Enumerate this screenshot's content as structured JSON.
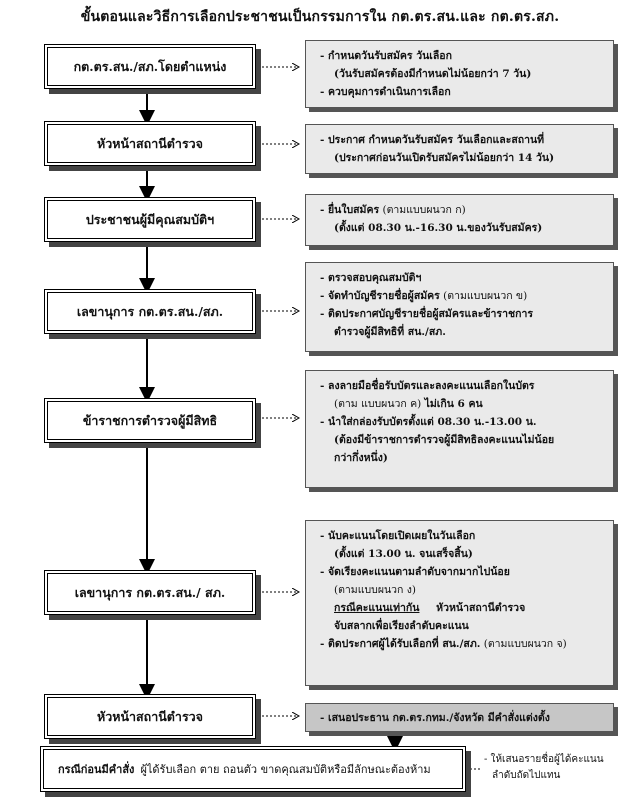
{
  "title": "ขั้นตอนและวิธีการเลือกประชาชนเป็นกรรมการใน กต.ตร.สน.และ กต.ตร.สภ.",
  "steps": [
    {
      "label": "กต.ตร.สน./สภ.โดยตำแหน่ง",
      "notes": [
        "-  กำหนดวันรับสมัคร วันเลือก",
        "(วันรับสมัครต้องมีกำหนดไม่น้อยกว่า 7 วัน)",
        "-  ควบคุมการดำเนินการเลือก"
      ]
    },
    {
      "label": "หัวหน้าสถานีตำรวจ",
      "notes": [
        "-  ประกาศ กำหนดวันรับสมัคร วันเลือกและสถานที่",
        "(ประกาศก่อนวันเปิดรับสมัครไม่น้อยกว่า 14 วัน)"
      ]
    },
    {
      "label": "ประชาชนผู้มีคุณสมบัติฯ",
      "notes": [
        "-  ยื่นใบสมัคร",
        "(ตามแบบผนวก ก)",
        "(ตั้งแต่ 08.30 น.-16.30 น.ของวันรับสมัคร)"
      ]
    },
    {
      "label": "เลขานุการ กต.ตร.สน./สภ.",
      "notes": [
        "-  ตรวจสอบคุณสมบัติฯ",
        "-  จัดทำบัญชีรายชื่อผู้สมัคร",
        "(ตามแบบผนวก ข)",
        "-  ติดประกาศบัญชีรายชื่อผู้สมัครและข้าราชการ",
        "ตำรวจผู้มีสิทธิที่ สน./สภ."
      ]
    },
    {
      "label": "ข้าราชการตำรวจผู้มีสิทธิ",
      "notes": [
        "-  ลงลายมือชื่อรับบัตรและลงคะแนนเลือกในบัตร",
        "(ตาม แบบผนวก ค)",
        "ไม่เกิน 6  คน",
        "-  นำใส่กล่องรับบัตรตั้งแต่ 08.30 น.-13.00 น.",
        "(ต้องมีข้าราชการตำรวจผู้มีสิทธิลงคะแนนไม่น้อย",
        "กว่ากึ่งหนึ่ง)"
      ]
    },
    {
      "label": "เลขานุการ กต.ตร.สน./ สภ.",
      "notes": [
        "-  นับคะแนนโดยเปิดเผยในวันเลือก",
        "(ตั้งแต่ 13.00 น. จนเสร็จสิ้น)",
        "-  จัดเรียงคะแนนตามลำดับจากมากไปน้อย",
        "(ตามแบบผนวก ง)",
        "กรณีคะแนนเท่ากัน",
        "หัวหน้าสถานีตำรวจ",
        "จับสลากเพื่อเรียงลำดับคะแนน",
        "-  ติดประกาศผู้ได้รับเลือกที่ สน./สภ.",
        "(ตามแบบผนวก จ)"
      ]
    },
    {
      "label": "หัวหน้าสถานีตำรวจ",
      "notes": [
        "-  เสนอประธาน กต.ตร.กทม./จังหวัด มีคำสั่งแต่งตั้ง"
      ]
    }
  ],
  "final": {
    "bold": "กรณีก่อนมีคำสั่ง",
    "text": "ผู้ได้รับเลือก ตาย ถอนตัว ขาดคุณสมบัติหรือมีลักษณะต้องห้าม"
  },
  "side_note": [
    "- ให้เสนอรายชื่อผู้ได้คะแนน",
    "ลำดับถัดไปแทน"
  ]
}
